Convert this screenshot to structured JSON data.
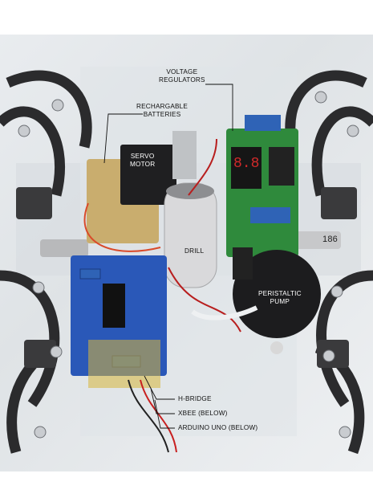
{
  "image": {
    "subject": "hexapod-robot-electronics",
    "background_color": "#e6e9ec"
  },
  "callouts": {
    "voltage_regulators": [
      "VOLTAGE",
      "REGULATORS"
    ],
    "rechargable_batteries": [
      "RECHARGABLE",
      "BATTERIES"
    ],
    "servo_motor": [
      "SERVO",
      "MOTOR"
    ],
    "drill": "DRILL",
    "peristaltic_pump": [
      "PERISTALTIC",
      "PUMP"
    ],
    "h_bridge": "H-BRIDGE",
    "xbee": "XBEE (BELOW)",
    "arduino_uno": "ARDUINO UNO (BELOW)",
    "component_mark": "186"
  }
}
